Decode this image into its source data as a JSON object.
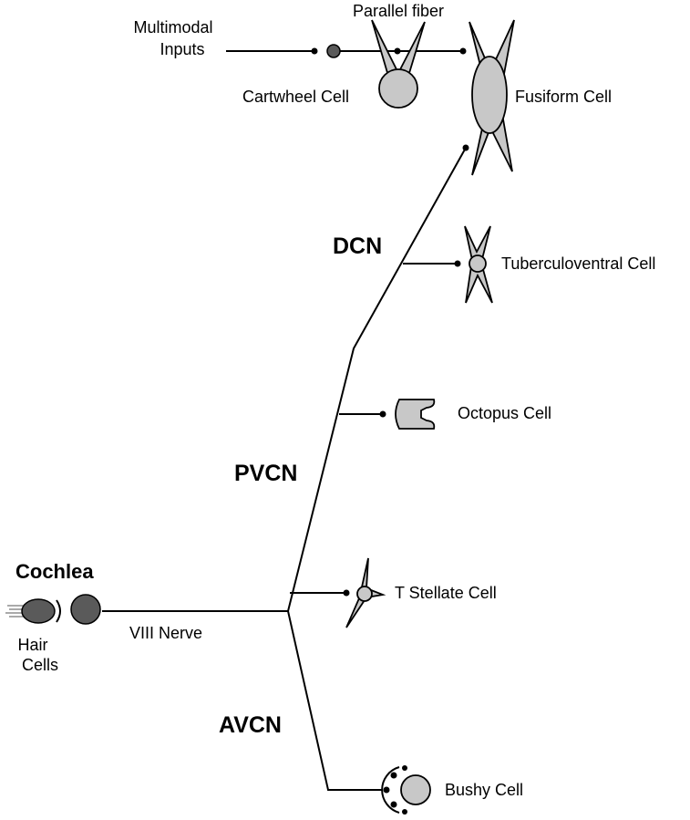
{
  "labels": {
    "multimodal_inputs": [
      "Multimodal",
      "Inputs"
    ],
    "parallel_fiber": "Parallel fiber",
    "cartwheel_cell": "Cartwheel Cell",
    "fusiform_cell": "Fusiform Cell",
    "dcn": "DCN",
    "tuberculoventral_cell": "Tuberculoventral Cell",
    "octopus_cell": "Octopus Cell",
    "pvcn": "PVCN",
    "cochlea": "Cochlea",
    "t_stellate_cell": "T Stellate Cell",
    "hair_cells": [
      "Hair",
      "Cells"
    ],
    "viii_nerve": "VIII Nerve",
    "avcn": "AVCN",
    "bushy_cell": "Bushy Cell"
  },
  "colors": {
    "cell_fill": "#c8c8c8",
    "dark_fill": "#5a5a5a",
    "line": "#000000"
  }
}
